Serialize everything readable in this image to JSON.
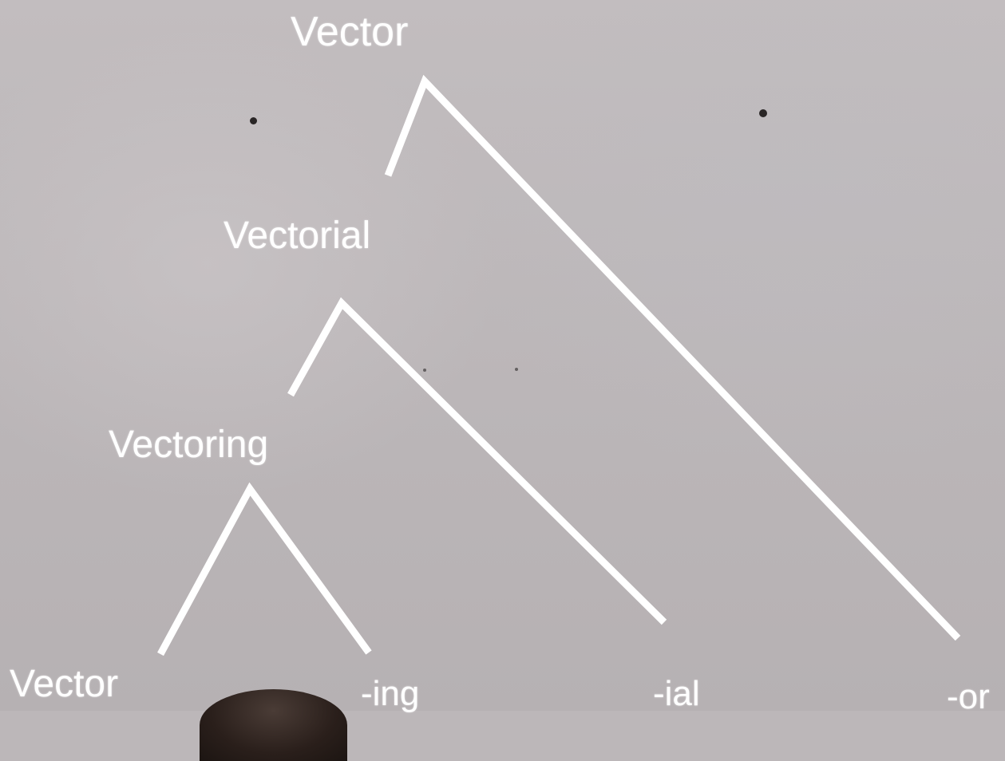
{
  "diagram": {
    "top_label": "Vector",
    "node_labels": {
      "vectorial": "Vectorial",
      "vectoring": "Vectoring"
    },
    "leaf_labels": {
      "root": "Vector",
      "suffix_ing": "-ing",
      "suffix_ial": "-ial",
      "suffix_or": "-or"
    }
  },
  "colors": {
    "background": "#bcb7b9",
    "ink": "#ffffff"
  }
}
